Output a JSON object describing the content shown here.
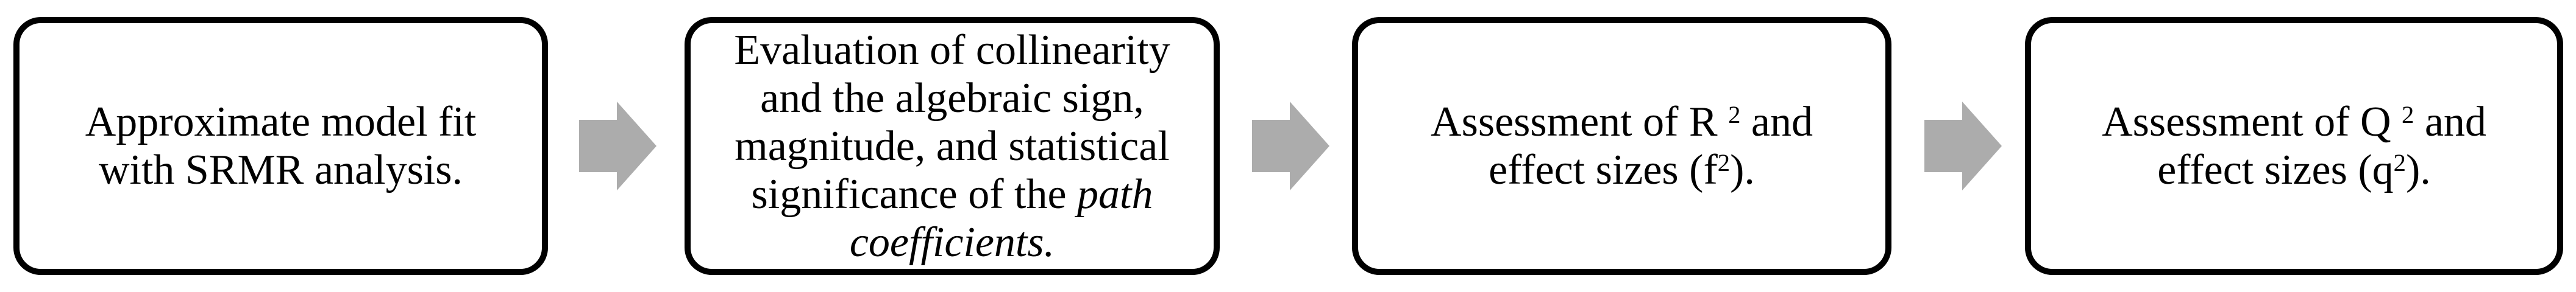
{
  "diagram": {
    "background": "#FFFFFF",
    "text_color": "#000000",
    "box_border_color": "#000000",
    "box_fill": "#FFFFFF",
    "arrow_color": "#ACACAC",
    "boxes": [
      {
        "name": "approximate-model-fit",
        "lines": [
          [
            {
              "t": "Approximate model fit"
            }
          ],
          [
            {
              "t": "with SRMR analysis."
            }
          ]
        ]
      },
      {
        "name": "collinearity-evaluation",
        "lines": [
          [
            {
              "t": "Evaluation of collinearity"
            }
          ],
          [
            {
              "t": "and the algebraic sign,"
            }
          ],
          [
            {
              "t": "magnitude, and statistical"
            }
          ],
          [
            {
              "t": "significance of the "
            },
            {
              "t": "path",
              "italic": true
            }
          ],
          [
            {
              "t": "coefficients.",
              "italic": true
            }
          ]
        ]
      },
      {
        "name": "r2-effect-sizes",
        "lines": [
          [
            {
              "t": "Assessment of R "
            },
            {
              "t": "2",
              "sup": true
            },
            {
              "t": " and"
            }
          ],
          [
            {
              "t": "effect sizes (f"
            },
            {
              "t": "2",
              "sup": true
            },
            {
              "t": ")."
            }
          ]
        ]
      },
      {
        "name": "q2-effect-sizes",
        "lines": [
          [
            {
              "t": "Assessment of Q "
            },
            {
              "t": "2",
              "sup": true
            },
            {
              "t": " and"
            }
          ],
          [
            {
              "t": "effect sizes (q"
            },
            {
              "t": "2",
              "sup": true
            },
            {
              "t": ")."
            }
          ]
        ]
      }
    ],
    "arrows": [
      {
        "name": "arrow-1"
      },
      {
        "name": "arrow-2"
      },
      {
        "name": "arrow-3"
      }
    ]
  }
}
